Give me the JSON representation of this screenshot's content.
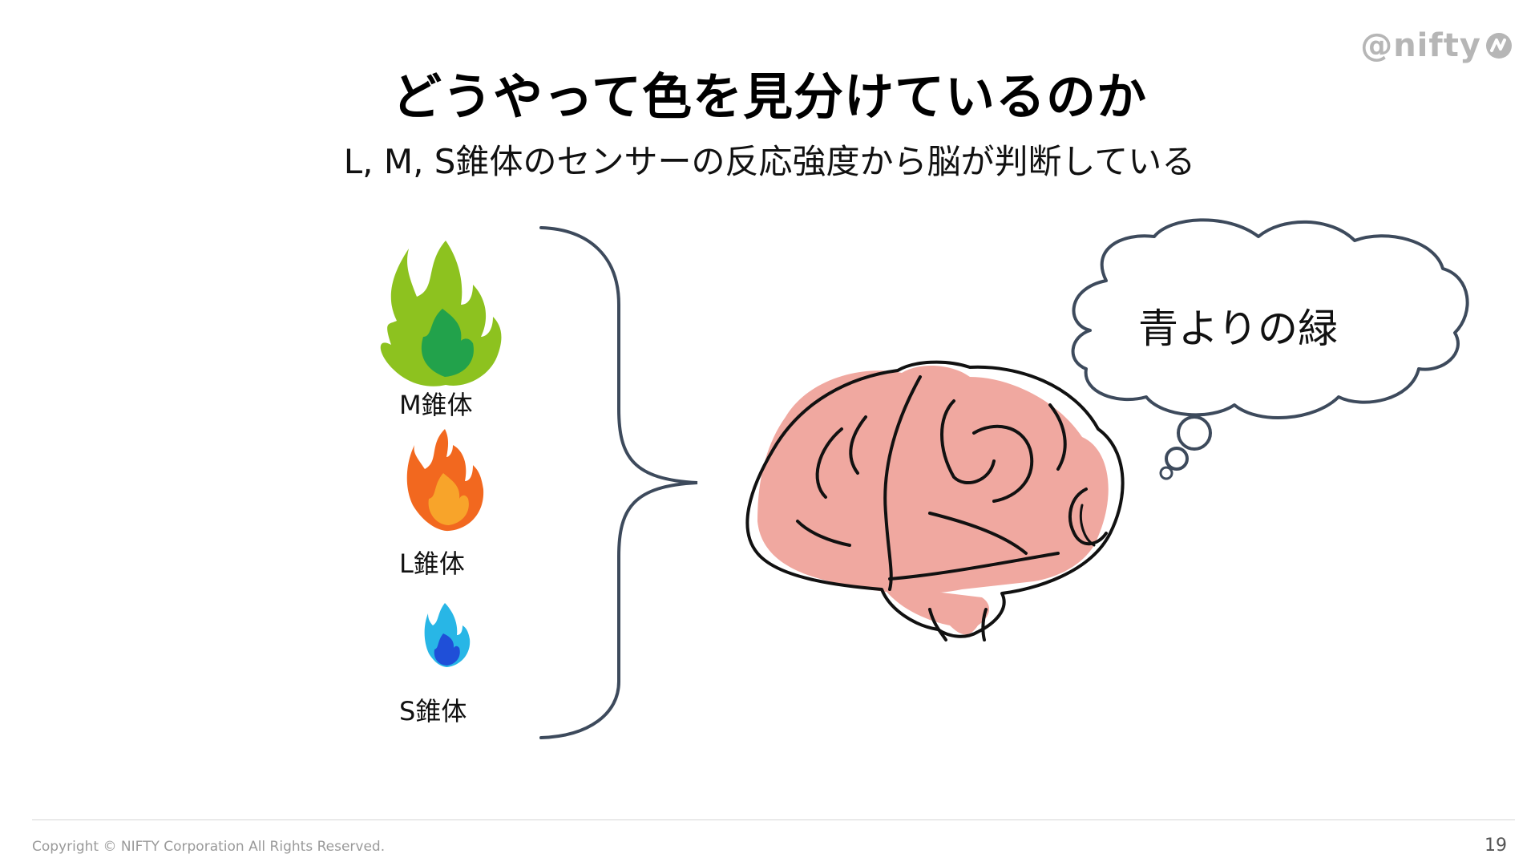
{
  "logo": {
    "text": "@nifty"
  },
  "slide": {
    "title": "どうやって色を見分けているのか",
    "subtitle": "L, M, S錐体のセンサーの反応強度から脳が判断している",
    "cones": [
      {
        "label": "M錐体",
        "color": "#8dc21f"
      },
      {
        "label": "L錐体",
        "color": "#f2681f"
      },
      {
        "label": "S錐体",
        "color": "#28b6e6"
      }
    ],
    "thought": "青よりの緑"
  },
  "footer": {
    "copyright": "Copyright © NIFTY Corporation All Rights Reserved.",
    "page_number": "19"
  },
  "colors": {
    "brain_fill": "#f0a8a0",
    "brace": "#3d4a5c",
    "cloud_stroke": "#3d4a5c"
  }
}
